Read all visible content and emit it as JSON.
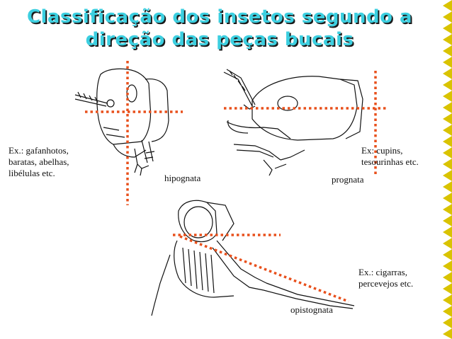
{
  "title": {
    "line1": "Classificação dos insetos segundo a",
    "line2": "direção das peças bucais"
  },
  "examples": {
    "hipognata": "Ex.: gafanhotos,\nbaratas, abelhas,\nlibélulas etc.",
    "prognata": "Ex: cupins,\ntesourinhas etc.",
    "opistognata": "Ex.: cigarras,\npercevejos etc."
  },
  "captions": {
    "hipognata": "hipognata",
    "prognata": "prognata",
    "opistognata": "opistognata"
  },
  "colors": {
    "title": "#3ccfe0",
    "title_shadow": "#1a1a1a",
    "dotted_lines": "#e8501c",
    "zigzag": "#d9c300"
  }
}
